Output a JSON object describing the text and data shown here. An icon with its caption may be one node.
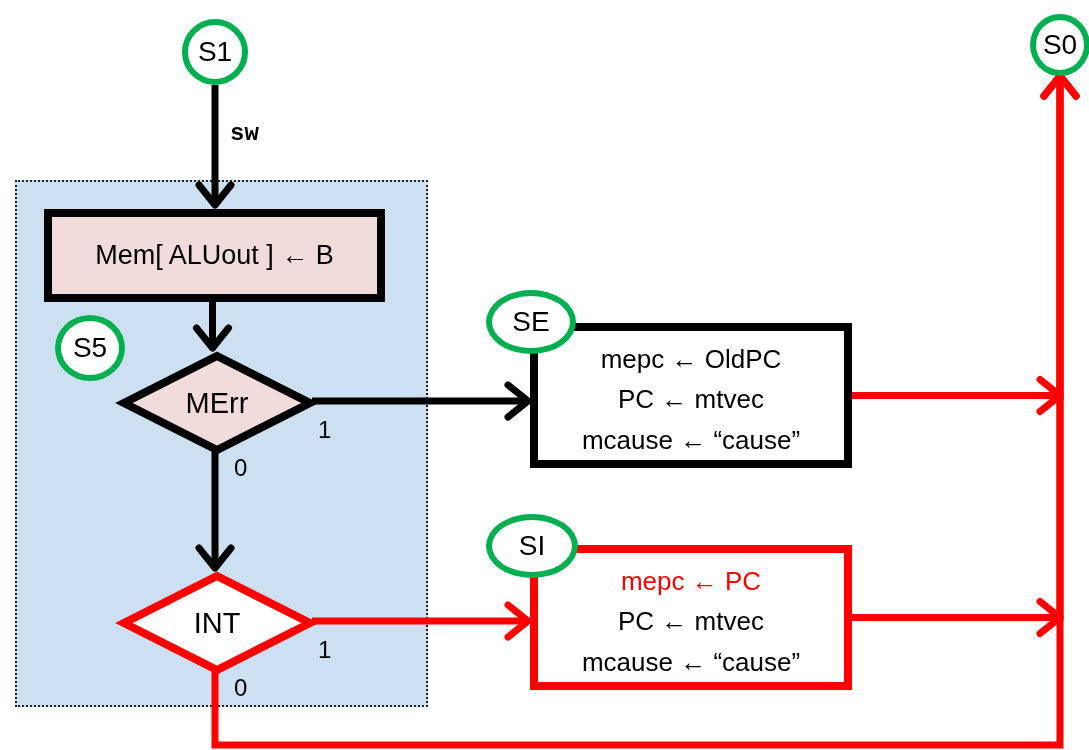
{
  "diagram": {
    "nodes": [
      {
        "text": [
          "S1"
        ]
      },
      {
        "text": [
          "S0"
        ]
      },
      {
        "text": [],
        "shape": "box"
      },
      {
        "text": [
          "S5"
        ],
        "in": 2
      },
      {
        "text": [
          "Mem[ ALUout ] ← B"
        ],
        "in": 2
      },
      {
        "text": [
          "MErr"
        ],
        "in": 2
      },
      {
        "text": [
          "INT"
        ],
        "in": 2
      },
      {
        "text": [
          "SE",
          "mepc ← OldPC",
          "PC ← mtvec",
          "mcause ← “cause”"
        ]
      },
      {
        "text": [
          "SI",
          "mepc ← PC",
          "PC ← mtvec",
          "mcause ← “cause”"
        ]
      }
    ],
    "edges": [
      {
        "from": 0,
        "to": 4,
        "arrow": "to",
        "label": "sw"
      },
      {
        "from": 4,
        "to": 5,
        "arrow": "to"
      },
      {
        "from": 5,
        "to": 6,
        "arrow": "to",
        "label": "0"
      },
      {
        "from": 5,
        "to": 7,
        "arrow": "to",
        "label": "1"
      },
      {
        "from": 6,
        "to": 8,
        "arrow": "to",
        "label": "1",
        "color": "#ff0000"
      },
      {
        "from": 7,
        "to": 1,
        "arrow": "to",
        "color": "#ff0000"
      },
      {
        "from": 8,
        "to": 1,
        "arrow": "to",
        "color": "#ff0000"
      },
      {
        "from": 6,
        "to": 1,
        "arrow": "to",
        "label": "0",
        "color": "#ff0000"
      }
    ]
  }
}
